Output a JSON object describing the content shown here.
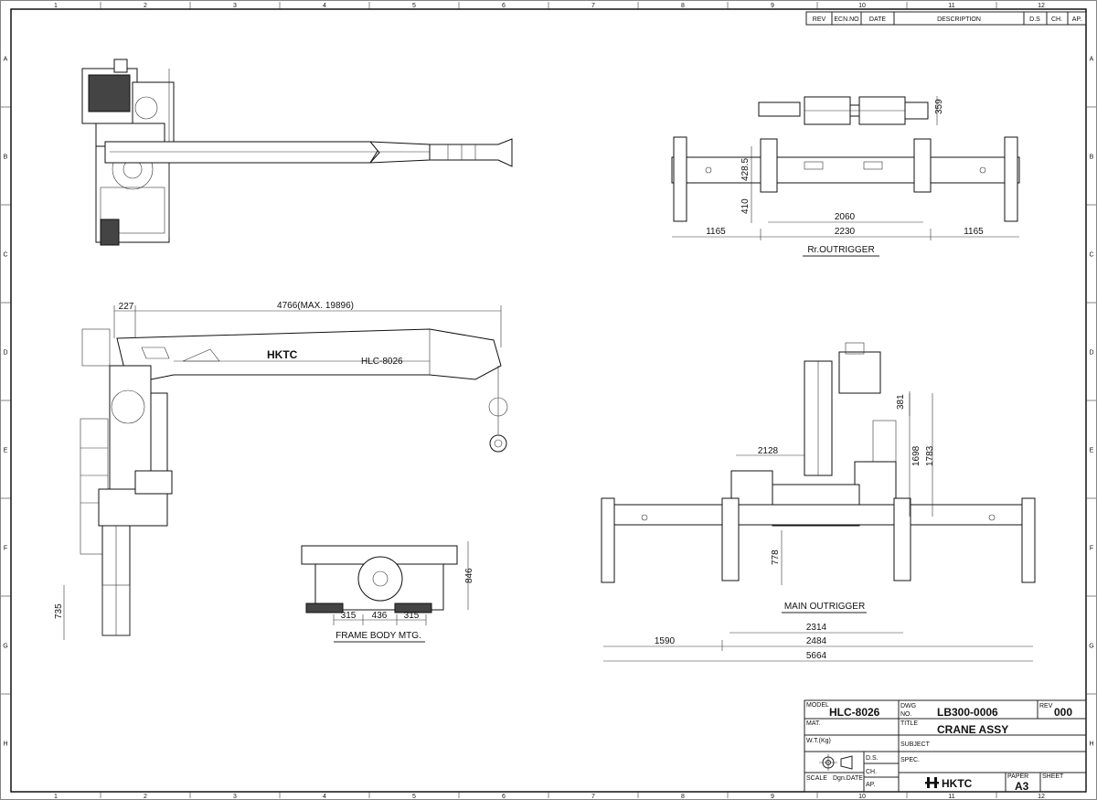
{
  "grid": {
    "columns": [
      "1",
      "2",
      "3",
      "4",
      "5",
      "6",
      "7",
      "8",
      "9",
      "10",
      "11",
      "12"
    ],
    "rows": [
      "A",
      "B",
      "C",
      "D",
      "E",
      "F",
      "G",
      "H"
    ]
  },
  "revision_table": {
    "headers": [
      "REV",
      "ECN.NO",
      "DATE",
      "DESCRIPTION",
      "D.S",
      "CH.",
      "AP."
    ]
  },
  "views": {
    "rr_outrigger": {
      "label": "Rr.OUTRIGGER",
      "dims": {
        "height_top": "359",
        "h1": "428.5",
        "h2": "410",
        "inner": "2060",
        "center": "2230",
        "left": "1165",
        "right": "1165"
      }
    },
    "side": {
      "dims": {
        "offset": "227",
        "length": "4766(MAX. 19896)",
        "leg": "735"
      },
      "boom_brand": "HKTC",
      "boom_model": "HLC-8026"
    },
    "frame_body": {
      "label": "FRAME BODY MTG.",
      "dims": {
        "height": "846",
        "a": "315",
        "b": "436",
        "c": "315"
      }
    },
    "main_outrigger": {
      "label": "MAIN OUTRIGGER",
      "dims": {
        "h381": "381",
        "h1698": "1698",
        "h1783": "1783",
        "w2128": "2128",
        "h778": "778",
        "w2314": "2314",
        "w2484": "2484",
        "w1590": "1590",
        "w5664": "5664"
      }
    }
  },
  "title_block": {
    "model_label": "MODEL",
    "model": "HLC-8026",
    "dwg_label": "DWG",
    "no_label": "NO.",
    "dwg_no": "LB300-0006",
    "rev_label": "REV",
    "rev": "000",
    "mat_label": "MAT.",
    "title_label": "TITLE",
    "title": "CRANE ASSY",
    "wt_label": "W.T.(Kg)",
    "subject_label": "SUBJECT",
    "ds_label": "D.S.",
    "spec_label": "SPEC.",
    "ch_label": "CH.",
    "scale_label": "SCALE",
    "dgn_label": "Dgn.DATE",
    "ap_label": "AP.",
    "company": "HKTC",
    "paper_label": "PAPER",
    "paper": "A3",
    "sheet_label": "SHEET"
  }
}
